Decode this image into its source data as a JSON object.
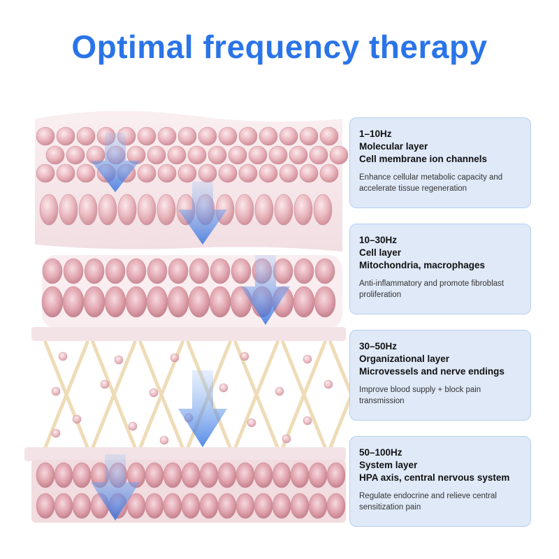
{
  "title": "Optimal frequency therapy",
  "colors": {
    "title": "#2a74e8",
    "card_bg": "#dfe9f8",
    "card_border": "#b9cfee",
    "arrow": "#3b7de8",
    "cell": "#e6a9b2",
    "fiber": "#eedcb8"
  },
  "cards": [
    {
      "frequency": "1–10Hz",
      "layer": "Molecular layer",
      "targets": "Cell membrane ion channels",
      "description": "Enhance cellular metabolic capacity and accelerate tissue regeneration"
    },
    {
      "frequency": "10–30Hz",
      "layer": "Cell layer",
      "targets": "Mitochondria, macrophages",
      "description": "Anti-inflammatory and promote fibroblast proliferation"
    },
    {
      "frequency": "30–50Hz",
      "layer": "Organizational layer",
      "targets": "Microvessels and nerve endings",
      "description": "Improve blood supply + block pain transmission"
    },
    {
      "frequency": "50–100Hz",
      "layer": "System layer",
      "targets": "HPA axis, central nervous system",
      "description": "Regulate endocrine and relieve central sensitization pain"
    }
  ]
}
